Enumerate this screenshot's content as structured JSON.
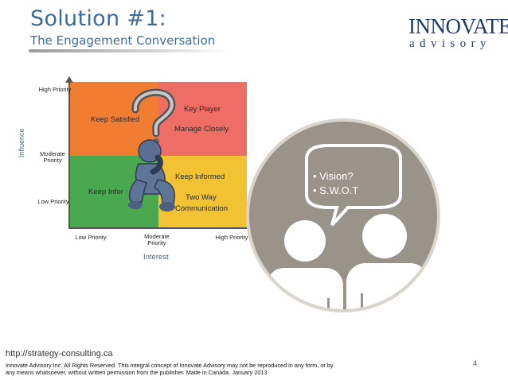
{
  "header": {
    "title": "Solution #1:",
    "subtitle": "The Engagement Conversation"
  },
  "logo": {
    "main": "INNOVATE",
    "sub": "advisory",
    "color": "#1f3c6e"
  },
  "matrix": {
    "quadrants": {
      "top_left": [
        "Keep Satisfied"
      ],
      "top_right": [
        "Key Player",
        "Manage Closely"
      ],
      "bottom_left": [
        "Keep Infor"
      ],
      "bottom_right": [
        "Keep Informed",
        "Two Way",
        "Communication"
      ]
    },
    "colors": {
      "top_left": "#f07d32",
      "top_right": "#ee6e66",
      "bottom_left": "#4aa94e",
      "bottom_right": "#f1c232"
    },
    "y_axis": {
      "title": "Influence",
      "ticks": [
        "High Priority",
        "Moderate Priority",
        "Low Priority"
      ]
    },
    "x_axis": {
      "title": "Interest",
      "ticks": [
        "Low Priority",
        "Moderate Priority",
        "High Priority"
      ]
    }
  },
  "bubble": {
    "items": [
      "Vision?",
      "S.W.O.T"
    ]
  },
  "footer": {
    "url": "http://strategy-consulting.ca",
    "legal_line1": "Innovate Advisory Inc. All Rights Reserved. This integral concept of Innovate Advisory may not be reproduced in any form, or by",
    "legal_line2": "any means whatsoever, without written permission from the publisher. Made in Canada. January 2013",
    "page_number": "4"
  }
}
